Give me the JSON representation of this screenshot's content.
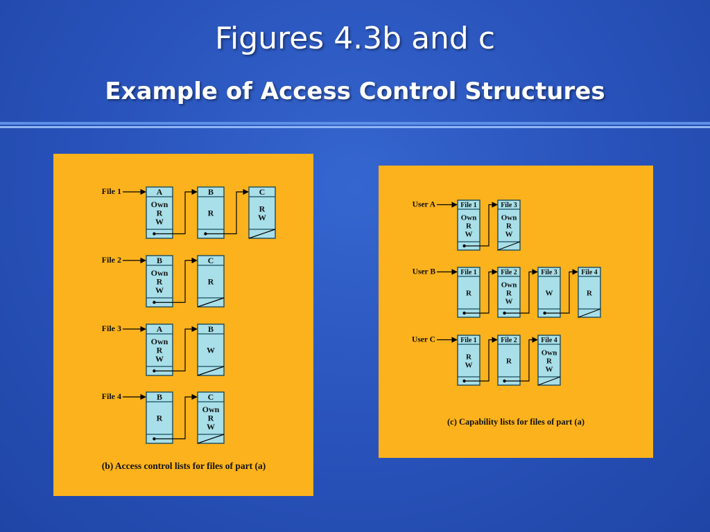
{
  "slide": {
    "title_line1": "Figures 4.3b and c",
    "title_line2": "Example of Access Control Structures"
  },
  "acl": {
    "caption": "(b) Access control lists for files of part (a)",
    "rows": [
      {
        "label": "File 1",
        "nodes": [
          {
            "header": "A",
            "rights": [
              "Own",
              "R",
              "W"
            ]
          },
          {
            "header": "B",
            "rights": [
              "R"
            ]
          },
          {
            "header": "C",
            "rights": [
              "R",
              "W"
            ]
          }
        ]
      },
      {
        "label": "File 2",
        "nodes": [
          {
            "header": "B",
            "rights": [
              "Own",
              "R",
              "W"
            ]
          },
          {
            "header": "C",
            "rights": [
              "R"
            ]
          }
        ]
      },
      {
        "label": "File 3",
        "nodes": [
          {
            "header": "A",
            "rights": [
              "Own",
              "R",
              "W"
            ]
          },
          {
            "header": "B",
            "rights": [
              "W"
            ]
          }
        ]
      },
      {
        "label": "File 4",
        "nodes": [
          {
            "header": "B",
            "rights": [
              "R"
            ]
          },
          {
            "header": "C",
            "rights": [
              "Own",
              "R",
              "W"
            ]
          }
        ]
      }
    ]
  },
  "capability": {
    "caption": "(c) Capability lists for files of part (a)",
    "rows": [
      {
        "label": "User A",
        "nodes": [
          {
            "header": "File 1",
            "rights": [
              "Own",
              "R",
              "W"
            ]
          },
          {
            "header": "File 3",
            "rights": [
              "Own",
              "R",
              "W"
            ]
          }
        ]
      },
      {
        "label": "User B",
        "nodes": [
          {
            "header": "File 1",
            "rights": [
              "R"
            ]
          },
          {
            "header": "File 2",
            "rights": [
              "Own",
              "R",
              "W"
            ]
          },
          {
            "header": "File 3",
            "rights": [
              "W"
            ]
          },
          {
            "header": "File 4",
            "rights": [
              "R"
            ]
          }
        ]
      },
      {
        "label": "User C",
        "nodes": [
          {
            "header": "File 1",
            "rights": [
              "R",
              "W"
            ]
          },
          {
            "header": "File 2",
            "rights": [
              "R"
            ]
          },
          {
            "header": "File 4",
            "rights": [
              "Own",
              "R",
              "W"
            ]
          }
        ]
      }
    ]
  },
  "colors": {
    "node_fill": "#a8dfe8",
    "node_stroke": "#1a4a5c",
    "panel": "#fcb21c"
  }
}
